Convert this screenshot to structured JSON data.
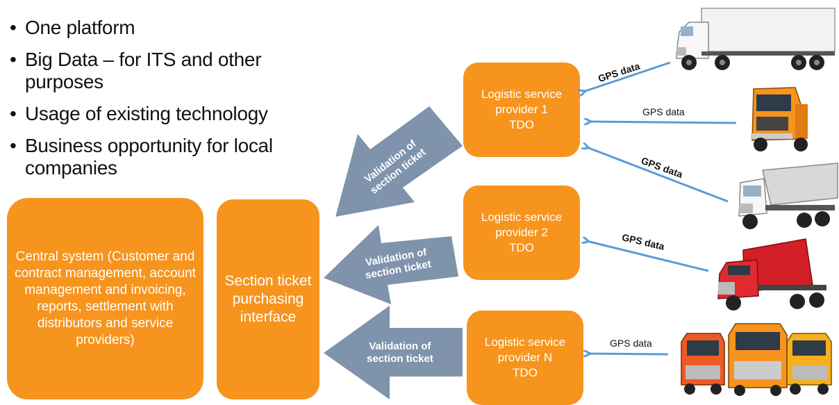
{
  "bullets": [
    "One platform",
    "Big Data – for ITS and other purposes",
    "Usage of existing technology",
    "Business opportunity for local companies"
  ],
  "central_system": "Central system (Customer and contract management, account management and invoicing, reports, settlement with distributors and service providers)",
  "section_ticket": "Section ticket purchasing interface",
  "providers": [
    {
      "line1": "Logistic service",
      "line2": "provider 1",
      "line3": "TDO"
    },
    {
      "line1": "Logistic service",
      "line2": "provider 2",
      "line3": "TDO"
    },
    {
      "line1": "Logistic service",
      "line2": "provider N",
      "line3": "TDO"
    }
  ],
  "validation": [
    {
      "line1": "Validation of",
      "line2": "section ticket"
    },
    {
      "line1": "Validation of",
      "line2": "section ticket"
    },
    {
      "line1": "Validation of",
      "line2": "section ticket"
    }
  ],
  "gps_labels": [
    "GPS data",
    "GPS data",
    "GPS data",
    "GPS data",
    "GPS data"
  ],
  "colors": {
    "orange": "#f7941d",
    "arrow_gray_blue": "#7f93ad",
    "gps_arrow": "#5b9bd5"
  },
  "icons": [
    "white-semi-truck-icon",
    "orange-truck-cab-icon",
    "white-dump-truck-icon",
    "red-truck-cab-icon",
    "three-trucks-icon"
  ]
}
